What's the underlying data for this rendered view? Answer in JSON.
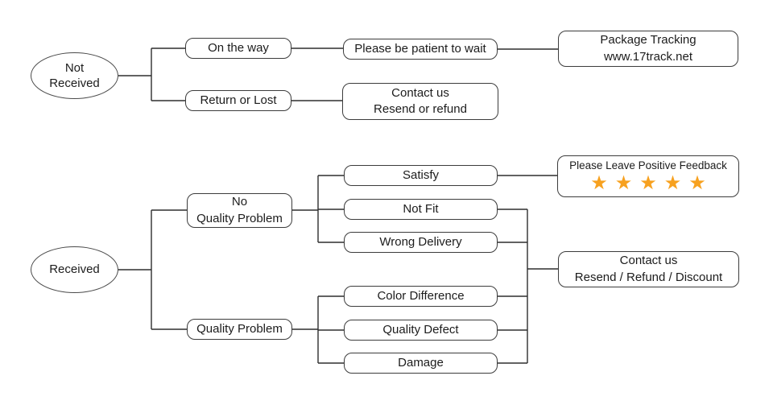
{
  "colors": {
    "star": "#F7A11F",
    "line": "#2e2e2e"
  },
  "nodes": {
    "not_received": {
      "label": "Not\nReceived"
    },
    "on_the_way": {
      "label": "On the way"
    },
    "please_be_patient": {
      "label": "Please be patient to wait"
    },
    "package_tracking": {
      "label": "Package Tracking\nwww.17track.net"
    },
    "return_or_lost": {
      "label": "Return or Lost"
    },
    "contact_resend_refund": {
      "label": "Contact us\nResend or refund"
    },
    "received": {
      "label": "Received"
    },
    "no_quality_problem": {
      "label": "No\nQuality Problem"
    },
    "quality_problem": {
      "label": "Quality Problem"
    },
    "satisfy": {
      "label": "Satisfy"
    },
    "not_fit": {
      "label": "Not Fit"
    },
    "wrong_delivery": {
      "label": "Wrong Delivery"
    },
    "positive_feedback": {
      "label": "Please Leave Positive Feedback",
      "star_icon": "★",
      "star_count": 5
    },
    "contact_resend_refund_discount": {
      "label": "Contact us\nResend / Refund / Discount"
    },
    "color_difference": {
      "label": "Color Difference"
    },
    "quality_defect": {
      "label": "Quality Defect"
    },
    "damage": {
      "label": "Damage"
    }
  }
}
